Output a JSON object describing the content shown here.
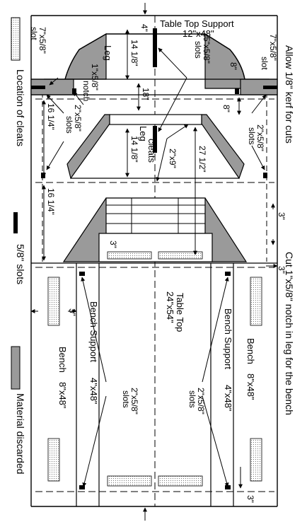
{
  "legend": {
    "cleat_location": "Location of cleats",
    "slots": "5/8\" slots",
    "material_discarded": "Material discarded"
  },
  "notes": {
    "kerf": "Allow 1/8\" kerf for cuts",
    "bench_notch": "Cut 1\"x5/8\" notch in leg for the bench"
  },
  "parts": {
    "table_top_support_name": "Table Top Support",
    "table_top_support_size": "12\"x48\"",
    "table_top_name": "Table Top",
    "table_top_size": "24\"x54\"",
    "bench_support_name": "Bench Support",
    "bench_support_size": "4\"x48\"",
    "bench_name": "Bench",
    "bench_size": "8\"x48\"",
    "leg": "Leg",
    "cleats": "cleats"
  },
  "callouts": {
    "slot_7x58": "7\"x5/8\"",
    "slot_word": "slot",
    "slots_5x58": "5\"x5/8\"",
    "slots_word": "slots",
    "notch_1x58": "1\"x5/8\"",
    "notch_word": "notch",
    "slots_2x58": "2\"x5/8\"",
    "cleats_2x9": "2\"x9\""
  },
  "dimensions": {
    "four": "4\"",
    "fourteen_eighth": "14 1/8\"",
    "eighteen": "18\"",
    "eight": "8\"",
    "sixteen_quarter": "16 1/4\"",
    "twentyseven_half": "27 1/2\"",
    "three": "3\""
  }
}
